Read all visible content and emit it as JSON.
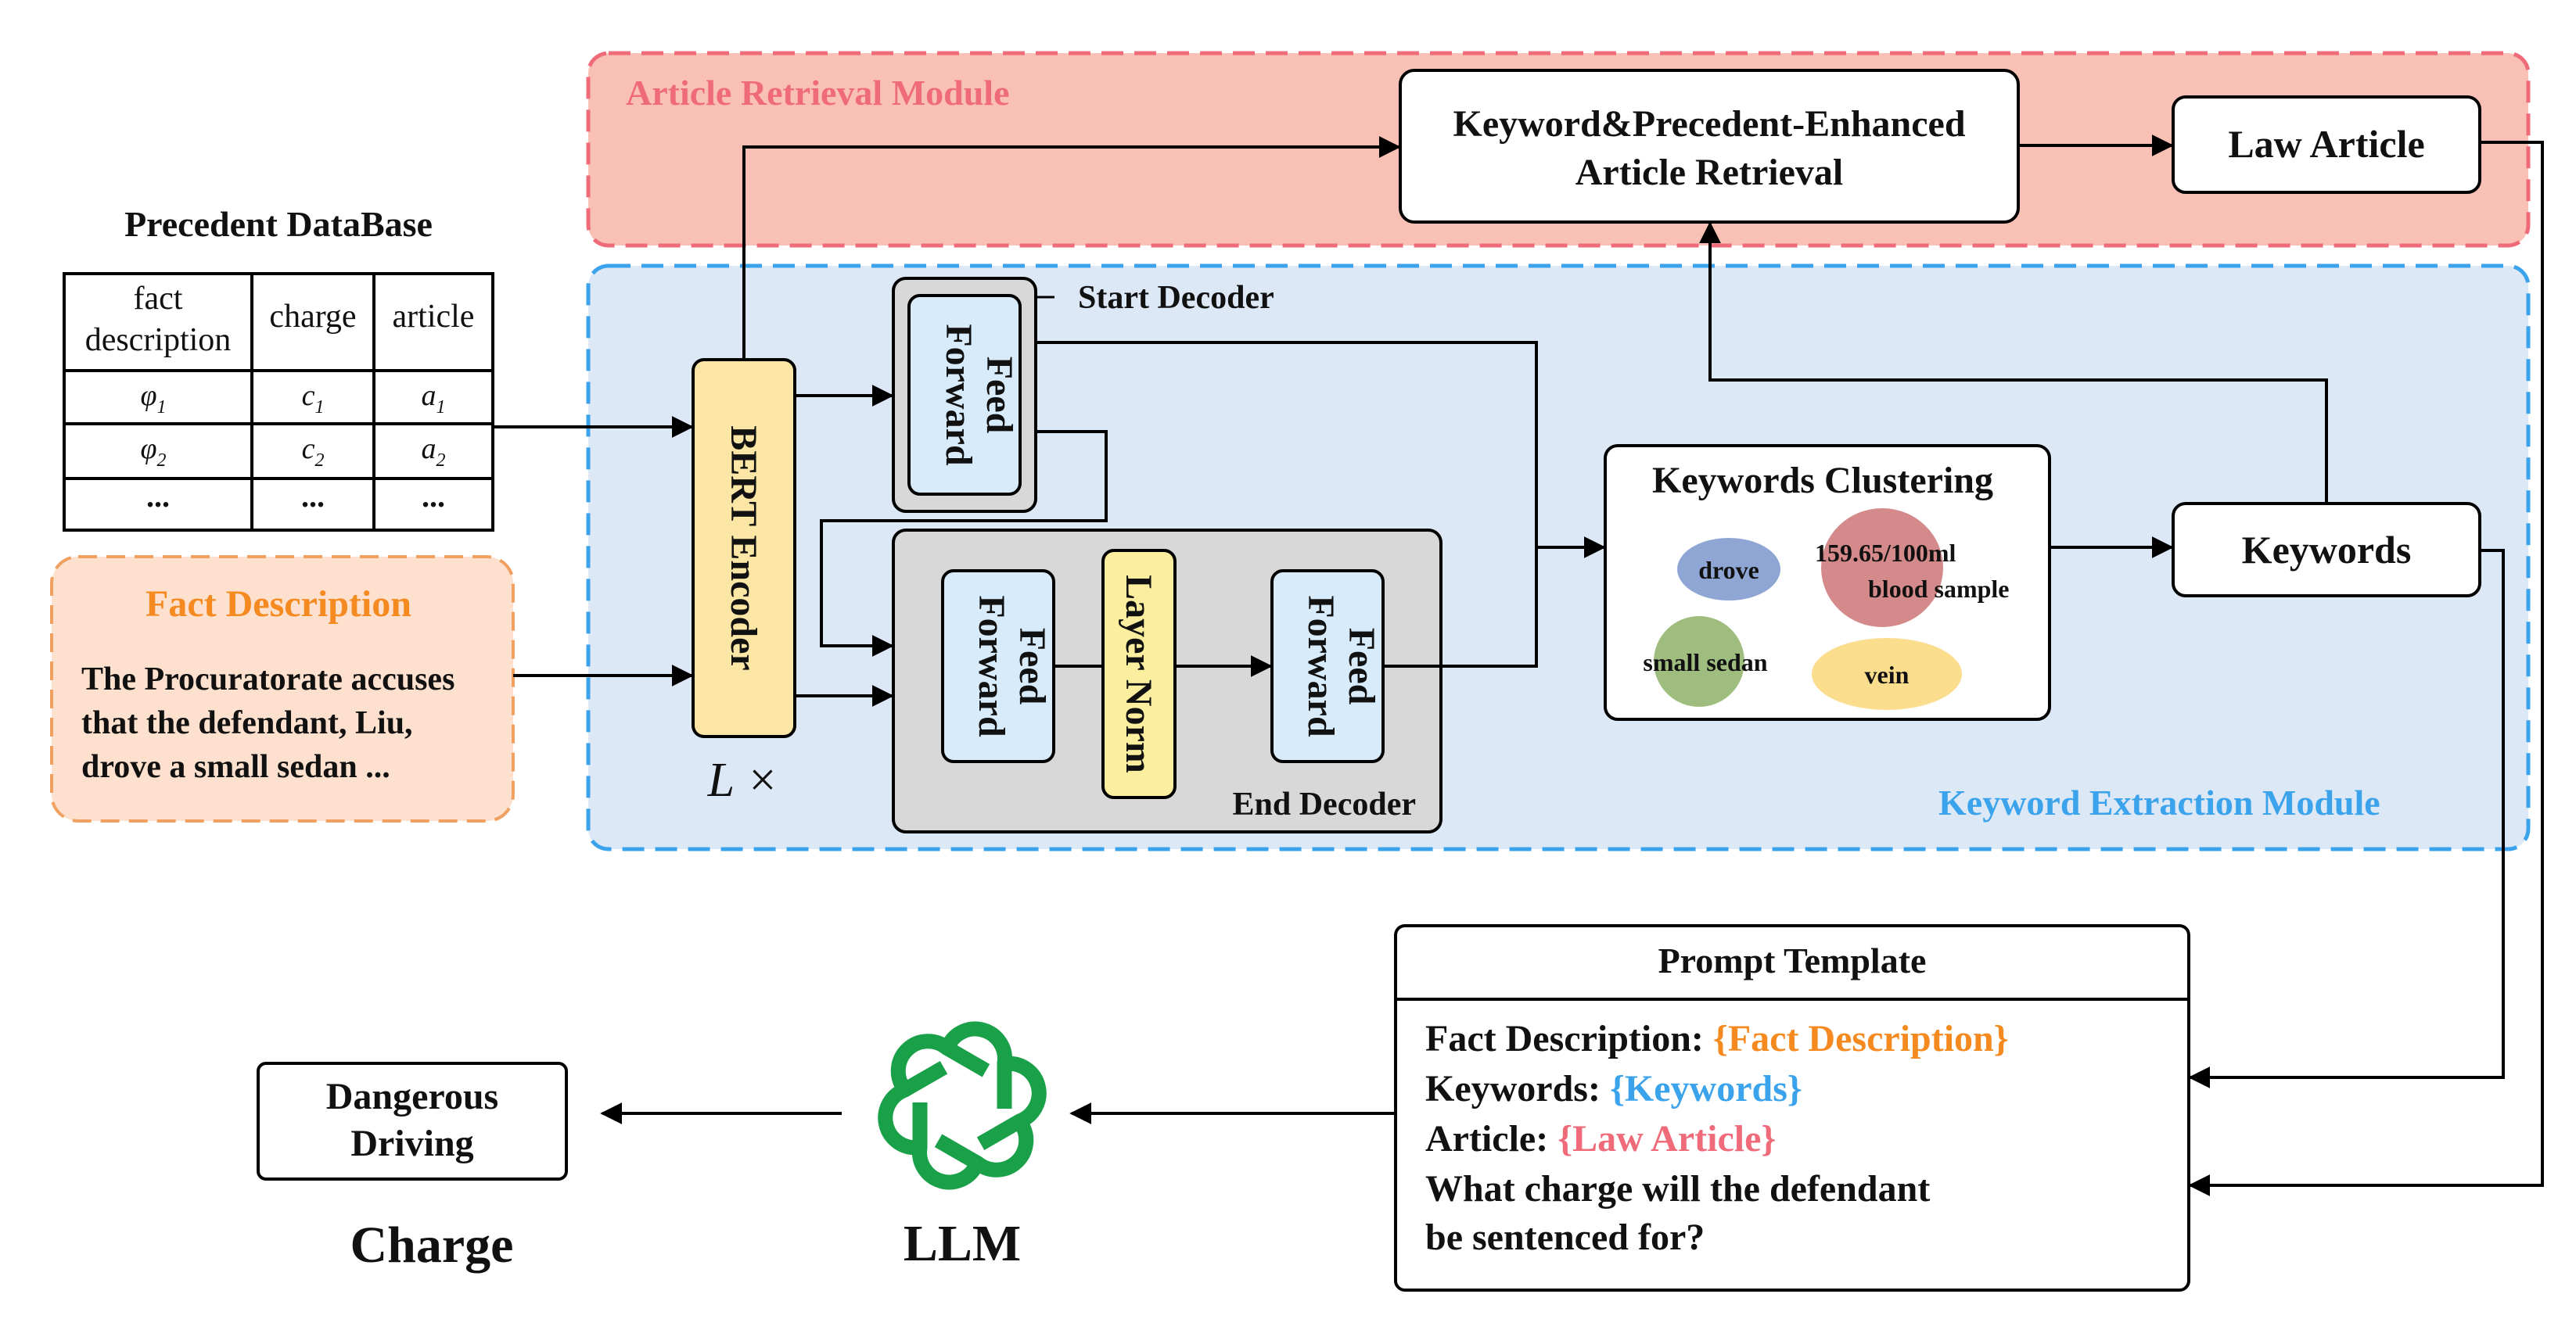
{
  "colors": {
    "article_module_fill": "#f9c0b5",
    "article_module_border": "#ef6b7a",
    "article_module_title": "#ef6b7a",
    "keyword_module_fill": "#dce8f6",
    "keyword_module_border": "#3ba3ec",
    "keyword_module_title": "#3ba3ec",
    "fact_fill": "#fde0cd",
    "fact_border": "#f0a060",
    "fact_title": "#f48a20",
    "encoder_fill": "#fce6a6",
    "layernorm_fill": "#fbee9f",
    "ff_fill": "#d7ebfb",
    "decoder_fill": "#d8d8d8",
    "llm_green": "#1aa048",
    "cluster_drove": "#8fa6d4",
    "cluster_blood": "#d48a8a",
    "cluster_sedan": "#9fbd7e",
    "cluster_vein": "#fbdd8e",
    "placeholder_fact": "#f48a20",
    "placeholder_keywords": "#3ba3ec",
    "placeholder_article": "#ef6b7a"
  },
  "modules": {
    "article_retrieval": "Article Retrieval Module",
    "keyword_extraction": "Keyword Extraction Module"
  },
  "retrieval": {
    "line1": "Keyword&Precedent-Enhanced",
    "line2": "Article Retrieval"
  },
  "law_article": "Law Article",
  "precedent_db": {
    "title": "Precedent DataBase",
    "headers": {
      "fact_line1": "fact",
      "fact_line2": "description",
      "charge": "charge",
      "article": "article"
    },
    "rows": [
      {
        "fact": "φ",
        "fact_sub": "1",
        "charge": "c",
        "charge_sub": "1",
        "article": "a",
        "article_sub": "1"
      },
      {
        "fact": "φ",
        "fact_sub": "2",
        "charge": "c",
        "charge_sub": "2",
        "article": "a",
        "article_sub": "2"
      },
      {
        "fact": "...",
        "fact_sub": "",
        "charge": "...",
        "charge_sub": "",
        "article": "...",
        "article_sub": ""
      }
    ]
  },
  "fact_description": {
    "title": "Fact Description",
    "line1": "The Procuratorate accuses",
    "line2": "that the defendant, Liu,",
    "line3": "drove a small sedan ..."
  },
  "encoder": {
    "label": "BERT Encoder",
    "repeat": "L ×"
  },
  "start_decoder": {
    "label": "Start Decoder",
    "ff_line1": "Feed",
    "ff_line2": "Forward"
  },
  "end_decoder": {
    "label": "End Decoder",
    "ff_line1": "Feed",
    "ff_line2": "Forward",
    "layer_norm": "Layer Norm"
  },
  "clustering": {
    "title": "Keywords Clustering",
    "drove": "drove",
    "blood_line1": "159.65/100ml",
    "blood_line2": "blood sample",
    "sedan": "small sedan",
    "vein": "vein"
  },
  "keywords": "Keywords",
  "prompt": {
    "title": "Prompt Template",
    "fact_label": "Fact Description: ",
    "fact_placeholder": "{Fact Description}",
    "keywords_label": "Keywords: ",
    "keywords_placeholder": "{Keywords}",
    "article_label": "Article: ",
    "article_placeholder": "{Law Article}",
    "question_line1": "What charge will the defendant",
    "question_line2": "be sentenced for?"
  },
  "llm": {
    "label": "LLM",
    "icon": "openai-logo-icon"
  },
  "output": {
    "line1": "Dangerous",
    "line2": "Driving",
    "caption": "Charge"
  }
}
